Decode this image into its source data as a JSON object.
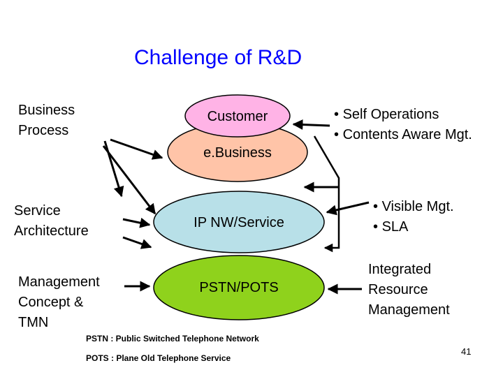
{
  "title": "Challenge of R&D",
  "left_labels": {
    "business_process": "Business\nProcess",
    "service_architecture": "Service\nArchitecture",
    "management_concept": "Management\nConcept &\nTMN"
  },
  "nodes": {
    "customer": "Customer",
    "ebusiness": "e.Business",
    "ip_nw": "IP NW/Service",
    "pstn": "PSTN/POTS"
  },
  "right_labels": {
    "top": [
      "Self Operations",
      "Contents Aware Mgt."
    ],
    "middle": [
      "Visible Mgt.",
      "SLA"
    ],
    "bottom": "Integrated\nResource\nManagement"
  },
  "footnotes": [
    "PSTN : Public Switched Telephone Network",
    "POTS : Plane Old Telephone Service"
  ],
  "page_number": "41",
  "colors": {
    "title": "#0000ff",
    "customer_fill": "#ffb3e6",
    "ebusiness_fill": "#ffc4a8",
    "ip_fill": "#b8e0e8",
    "pstn_fill": "#8fd21c",
    "stroke": "#000000"
  }
}
